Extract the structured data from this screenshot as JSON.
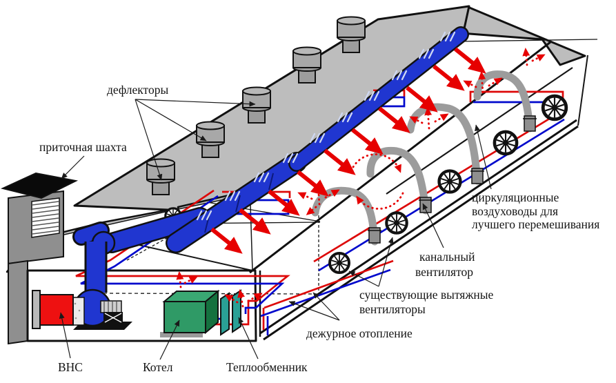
{
  "diagram": {
    "type": "isometric-ventilation-heating-scheme",
    "language": "ru",
    "background": "#ffffff",
    "labels": {
      "deflectors": "дефлекторы",
      "supply_shaft": "приточная шахта",
      "vns": "ВНС",
      "boiler": "Котел",
      "heat_exchanger": "Теплообменник",
      "standby_heating": "дежурное отопление",
      "existing_fans_1": "существующие вытяжные",
      "existing_fans_2": "вентиляторы",
      "duct_fan_1": "канальный",
      "duct_fan_2": "вентилятор",
      "circulation_1": "циркуляционные",
      "circulation_2": "воздуховоды для",
      "circulation_3": "лучшего перемешивания"
    },
    "colors": {
      "roof_gray": "#bdbdbd",
      "dark_gray": "#8f8f8f",
      "duct_blue": "#2036d0",
      "pipe_red": "#dd0808",
      "pipe_blue": "#0008cc",
      "arrow_red": "#e60000",
      "boiler_green": "#2f9a66",
      "exchanger_teal": "#2aa096",
      "vns_red": "#ee1111",
      "circulation_duct_gray": "#9c9c9c",
      "outline": "#111111"
    },
    "counts": {
      "deflectors": 5,
      "wall_fans": 5,
      "gable_fans": 2,
      "circulation_ducts": 4,
      "supply_air_arrows": 10
    }
  }
}
